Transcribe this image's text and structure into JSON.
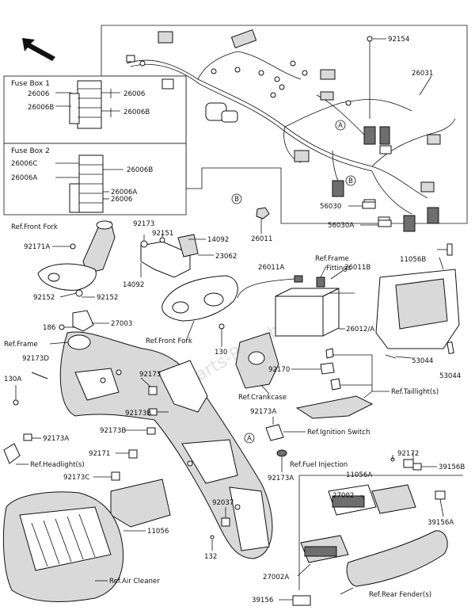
{
  "watermark": "Parts-Republik",
  "fuse_box_1": {
    "title": "Fuse Box 1",
    "labels": [
      "26006",
      "26006",
      "26006B",
      "26006B"
    ]
  },
  "fuse_box_2": {
    "title": "Fuse Box 2",
    "labels": [
      "26006C",
      "26006B",
      "26006A",
      "26006A",
      "26006"
    ]
  },
  "callouts": {
    "A1": "A",
    "B1": "B",
    "B2": "B",
    "A2": "A"
  },
  "parts": {
    "p92154": "92154",
    "p26031": "26031",
    "p56030": "56030",
    "p56030A": "56030A",
    "p26011": "26011",
    "ref_front_fork_1": "Ref.Front Fork",
    "p92171A": "92171A",
    "p92173": "92173",
    "p92151": "92151",
    "p14092a": "14092",
    "p23062": "23062",
    "p14092b": "14092",
    "p92152a": "92152",
    "p92152b": "92152",
    "p186": "186",
    "p27003": "27003",
    "ref_frame_1": "Ref.Frame",
    "p92173D": "92173D",
    "p130A": "130A",
    "ref_front_fork_2": "Ref.Front Fork",
    "p130": "130",
    "p26011A": "26011A",
    "ref_frame_fittings_1": "Ref.Frame",
    "ref_frame_fittings_2": "Fittings",
    "p11056B": "11056B",
    "p26011B": "26011B",
    "p26012A": "26012/A",
    "p53044a": "53044",
    "p53044b": "53044",
    "p92170": "92170",
    "ref_crankcase": "Ref.Crankcase",
    "ref_taillight": "Ref.Taillight(s)",
    "p92173b": "92173",
    "p92173B1": "92173B",
    "p92173B2": "92173B",
    "p92173A1": "92173A",
    "p92171": "92171",
    "ref_headlight": "Ref.Headlight(s)",
    "p92173C": "92173C",
    "p92173Aa": "92173A",
    "ref_ignition": "Ref.Ignition Switch",
    "p92173A3": "92173A",
    "p92172": "92172",
    "ref_fuel_injection": "Ref.Fuel Injection",
    "p11056A": "11056A",
    "p39156B": "39156B",
    "p27002": "27002",
    "p39156A": "39156A",
    "p92037": "92037",
    "p11056": "11056",
    "p132": "132",
    "ref_air_cleaner": "Ref.Air Cleaner",
    "p27002A": "27002A",
    "p39156": "39156",
    "ref_rear_fender": "Ref.Rear Fender(s)"
  }
}
